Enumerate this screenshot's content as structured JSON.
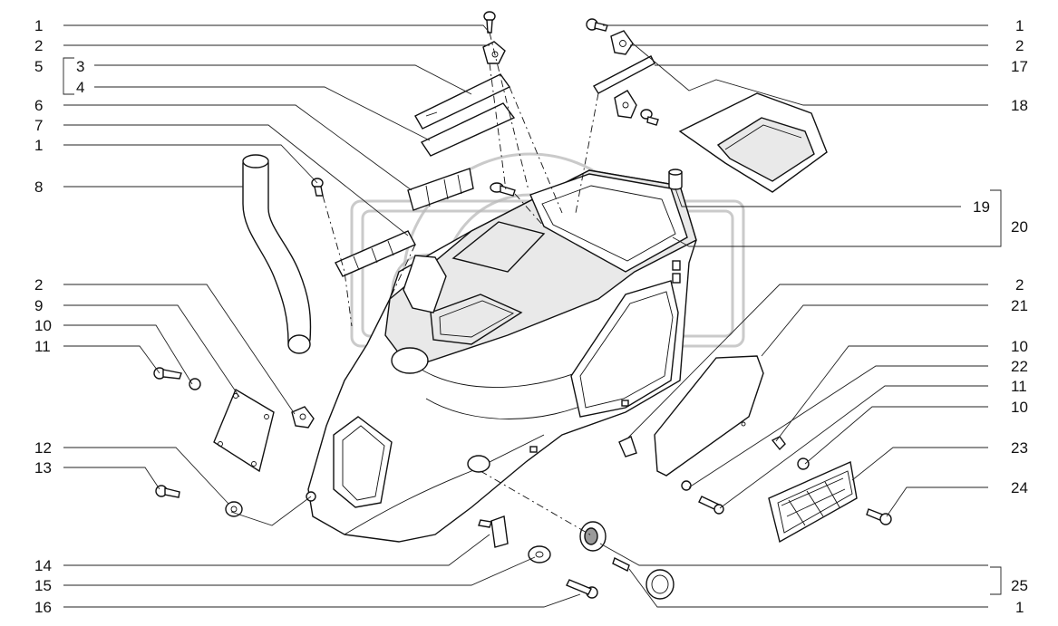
{
  "watermark": "OPEX",
  "callouts_left": [
    {
      "id": "l1",
      "label": "1"
    },
    {
      "id": "l2",
      "label": "2"
    },
    {
      "id": "l5",
      "label": "5"
    },
    {
      "id": "l3",
      "label": "3"
    },
    {
      "id": "l4",
      "label": "4"
    },
    {
      "id": "l6",
      "label": "6"
    },
    {
      "id": "l7",
      "label": "7"
    },
    {
      "id": "l1b",
      "label": "1"
    },
    {
      "id": "l8",
      "label": "8"
    },
    {
      "id": "l2b",
      "label": "2"
    },
    {
      "id": "l9",
      "label": "9"
    },
    {
      "id": "l10",
      "label": "10"
    },
    {
      "id": "l11",
      "label": "11"
    },
    {
      "id": "l12",
      "label": "12"
    },
    {
      "id": "l13",
      "label": "13"
    },
    {
      "id": "l14",
      "label": "14"
    },
    {
      "id": "l15",
      "label": "15"
    },
    {
      "id": "l16",
      "label": "16"
    }
  ],
  "callouts_right": [
    {
      "id": "r1",
      "label": "1"
    },
    {
      "id": "r2",
      "label": "2"
    },
    {
      "id": "r17",
      "label": "17"
    },
    {
      "id": "r18",
      "label": "18"
    },
    {
      "id": "r19",
      "label": "19"
    },
    {
      "id": "r20",
      "label": "20"
    },
    {
      "id": "r2b",
      "label": "2"
    },
    {
      "id": "r21",
      "label": "21"
    },
    {
      "id": "r10",
      "label": "10"
    },
    {
      "id": "r22",
      "label": "22"
    },
    {
      "id": "r11",
      "label": "11"
    },
    {
      "id": "r10b",
      "label": "10"
    },
    {
      "id": "r23",
      "label": "23"
    },
    {
      "id": "r24",
      "label": "24"
    },
    {
      "id": "r25",
      "label": "25"
    },
    {
      "id": "r1b",
      "label": "1"
    }
  ]
}
